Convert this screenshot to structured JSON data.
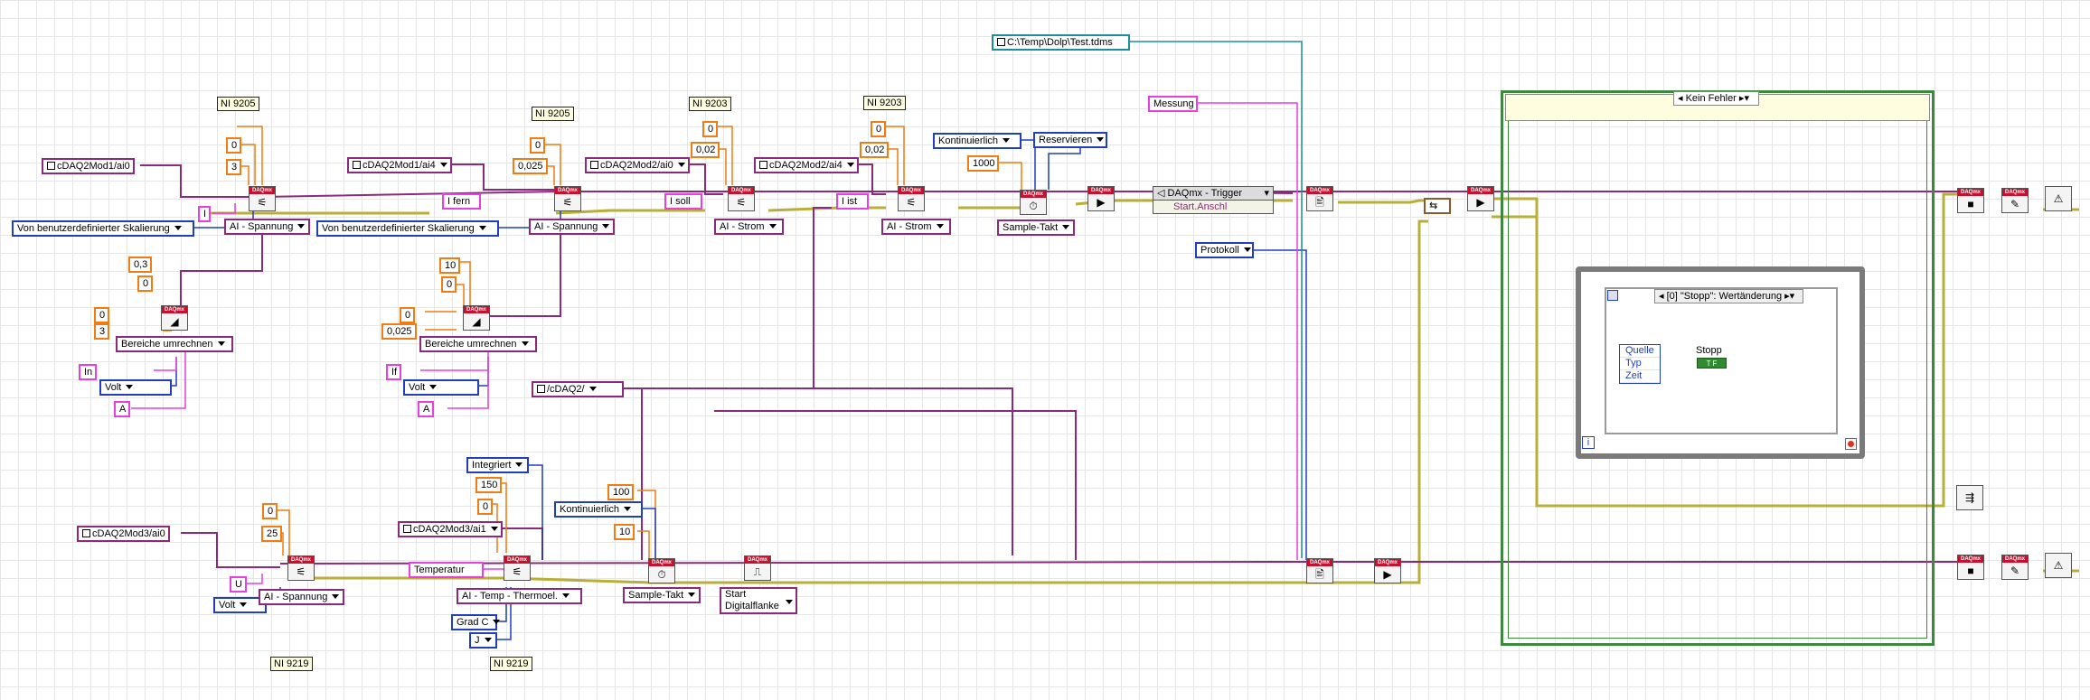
{
  "hardware_labels": [
    "NI 9205",
    "NI 9205",
    "NI 9203",
    "NI 9203",
    "NI 9219",
    "NI 9219"
  ],
  "channels": {
    "ai0": "cDAQ2Mod1/ai0",
    "ai4": "cDAQ2Mod1/ai4",
    "mod2_ai0": "cDAQ2Mod2/ai0",
    "mod2_ai4": "cDAQ2Mod2/ai4",
    "mod3_ai0": "cDAQ2Mod3/ai0",
    "mod3_ai1": "cDAQ2Mod3/ai1",
    "trigger_dev": "/cDAQ2/"
  },
  "numbers": {
    "n0": "0",
    "n3": "3",
    "n0b": "0",
    "n0025": "0,025",
    "n0c": "0",
    "n002": "0,02",
    "n0d": "0",
    "n002b": "0,02",
    "n03": "0,3",
    "n0e": "0",
    "n0f": "0",
    "n3b": "3",
    "n10": "10",
    "n0g": "0",
    "n0h": "0",
    "n0025b": "0,025",
    "n1000": "1000",
    "n0i": "0",
    "n25": "25",
    "n150": "150",
    "n0j": "0",
    "n100": "100",
    "n10b": "10"
  },
  "enums": {
    "scale1": "Von benutzerdefinierter Skalierung",
    "scale2": "Von benutzerdefinierter Skalierung",
    "ai_span1": "AI - Spannung",
    "ai_span2": "AI - Spannung",
    "ai_strom1": "AI - Strom",
    "ai_strom2": "AI - Strom",
    "ai_span3": "AI - Spannung",
    "ai_temp": "AI - Temp - Thermoel.",
    "range1": "Bereiche umrechnen",
    "range2": "Bereiche umrechnen",
    "volt1": "Volt",
    "volt2": "Volt",
    "volt3": "Volt",
    "kont1": "Kontinuierlich",
    "reserve": "Reservieren",
    "sample1": "Sample-Takt",
    "kont2": "Kontinuierlich",
    "sample2": "Sample-Takt",
    "integriert": "Integriert",
    "gradc": "Grad C",
    "j": "J",
    "protokoll": "Protokoll",
    "start_edge_1": "Start",
    "start_edge_2": "Digitalflanke"
  },
  "strings": {
    "I": "I",
    "Ifern": "I fern",
    "Isoll": "I soll",
    "Iist": "I ist",
    "In": "In",
    "A1": "A",
    "If": "If",
    "A2": "A",
    "U": "U",
    "temperatur": "Temperatur",
    "messung": "Messung",
    "path": "C:\\Temp\\Dolp\\Test.tdms"
  },
  "trigger_node": {
    "title": "DAQmx - Trigger",
    "item": "Start.Anschl"
  },
  "case": {
    "selector": "Kein Fehler"
  },
  "event": {
    "selector": "[0] \"Stopp\": Wertänderung",
    "items": [
      "Quelle",
      "Typ",
      "Zeit"
    ],
    "stop_label": "Stopp",
    "stop_value": "T F",
    "loop_index": "i"
  },
  "node_band": "DAQmx",
  "colors": {
    "purple": "#8b2a7c",
    "blue": "#1f3fbf",
    "orange": "#f07c14",
    "pink": "#e93ee0",
    "error": "#c9c25a",
    "teal": "#1a8f9a",
    "green": "#3b8a3b"
  }
}
